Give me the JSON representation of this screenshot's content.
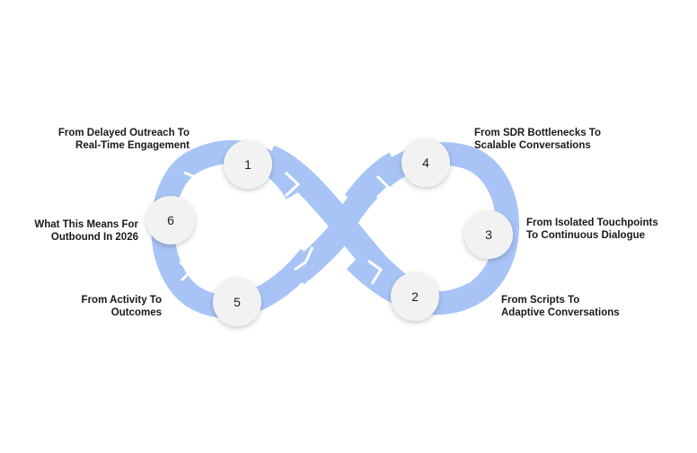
{
  "colors": {
    "band": "#a8c4f7",
    "band_dark": "#94b4f0",
    "node_fill": "#f2f2f2",
    "text": "#1a1a1a"
  },
  "nodes": [
    {
      "number": "1",
      "lines": [
        "From Delayed Outreach To",
        "Real-Time Engagement"
      ]
    },
    {
      "number": "2",
      "lines": [
        "From Scripts To",
        "Adaptive Conversations"
      ]
    },
    {
      "number": "3",
      "lines": [
        "From Isolated Touchpoints",
        "To Continuous Dialogue"
      ]
    },
    {
      "number": "4",
      "lines": [
        "From SDR Bottlenecks To",
        "Scalable Conversations"
      ]
    },
    {
      "number": "5",
      "lines": [
        "From Activity To",
        "Outcomes"
      ]
    },
    {
      "number": "6",
      "lines": [
        "What This Means For",
        "Outbound In 2026"
      ]
    }
  ]
}
